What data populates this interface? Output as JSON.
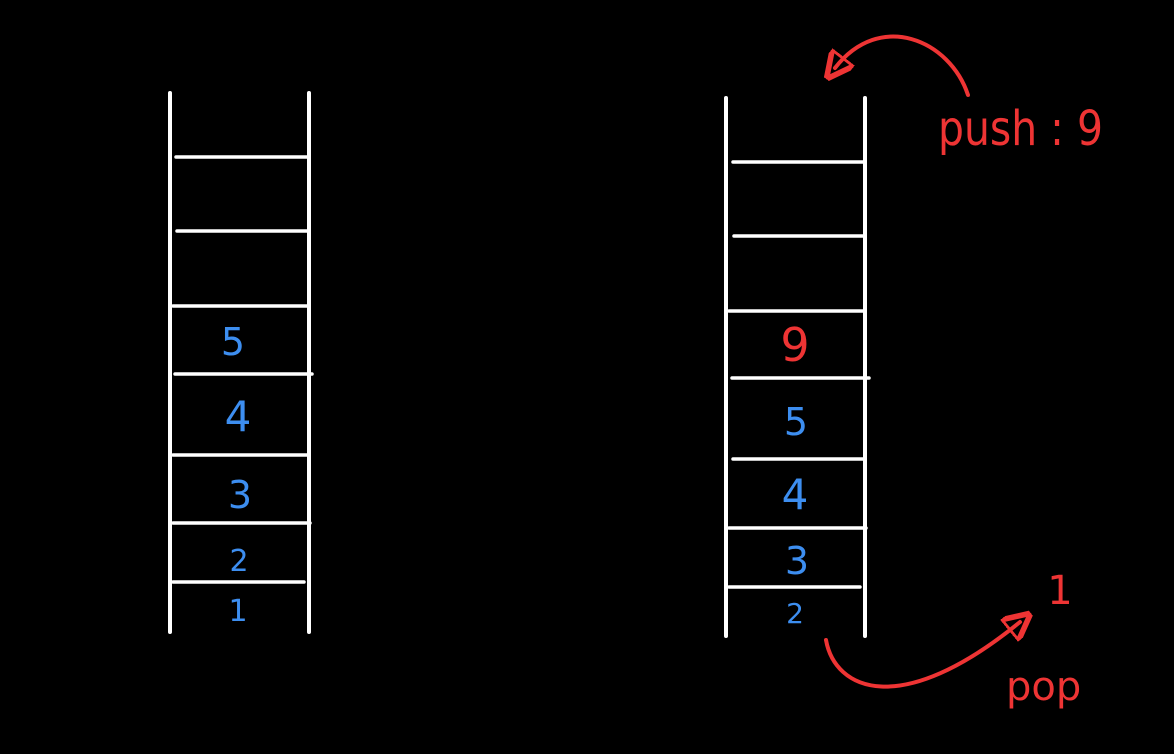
{
  "colors": {
    "background": "#000000",
    "stack_lines": "#ffffff",
    "values": "#3d8ef0",
    "operation": "#ee3434"
  },
  "stack_before": {
    "items_bottom_to_top": [
      "1",
      "2",
      "3",
      "4",
      "5"
    ],
    "empty_slots": 2
  },
  "stack_after": {
    "items_bottom_to_top": [
      "2",
      "3",
      "4",
      "5",
      "9"
    ],
    "pushed_item": "9",
    "empty_slots": 2
  },
  "operations": {
    "push_label": "push : 9",
    "pop_label": "pop",
    "popped_item": "1"
  }
}
